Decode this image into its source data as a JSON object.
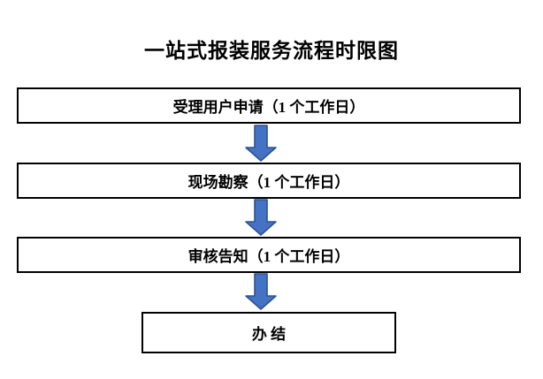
{
  "title": "一站式报装服务流程时限图",
  "flow": {
    "steps": [
      {
        "label": "受理用户申请（1 个工作日）"
      },
      {
        "label": "现场勘察（1 个工作日）"
      },
      {
        "label": "审核告知（1 个工作日）"
      },
      {
        "label": "办 结"
      }
    ],
    "arrow_color": "#4472c4",
    "arrow_border_color": "#2f528f",
    "box_border_color": "#000000",
    "background_color": "#ffffff"
  }
}
